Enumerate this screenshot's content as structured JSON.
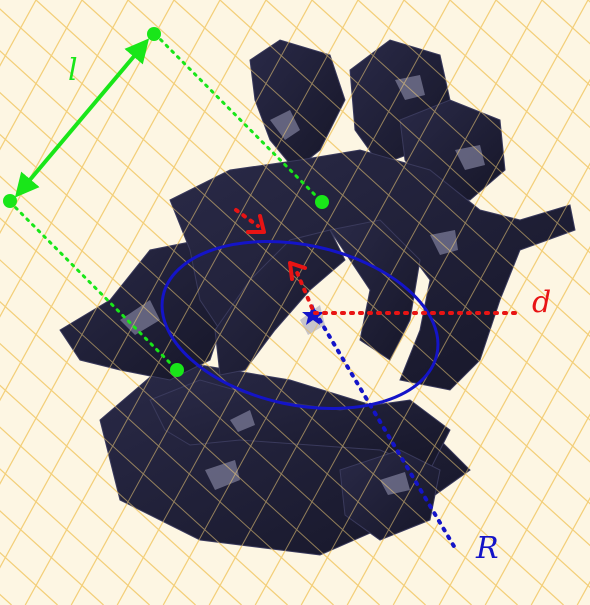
{
  "figure": {
    "labels": {
      "length": "l",
      "distance": "d",
      "radius": "R"
    },
    "colors": {
      "background": "#fdf6e3",
      "grid": "#f3cf7a",
      "mesh": "#1e1e38",
      "mesh_highlight": "#9a9ab8",
      "length_marker": "#19e619",
      "distance_marker": "#e81414",
      "radius_marker": "#1414c8"
    }
  }
}
